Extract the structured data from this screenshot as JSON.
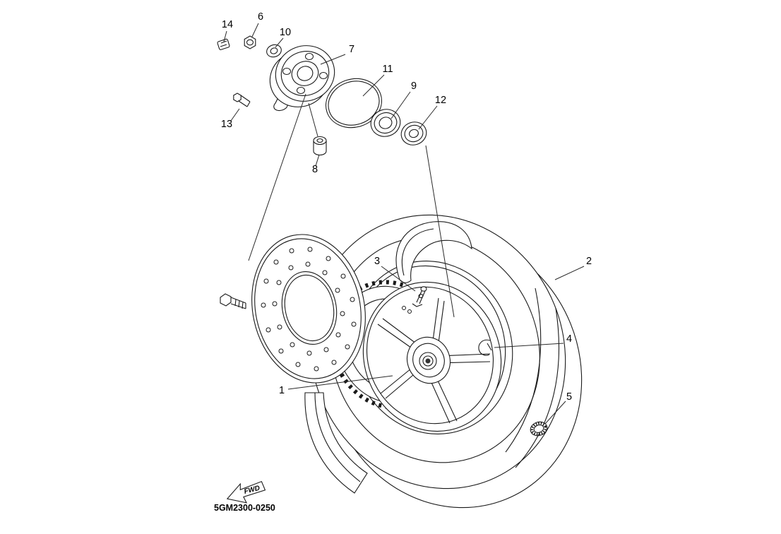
{
  "diagram": {
    "code": "5GM2300-0250",
    "fwd": "FWD",
    "part_labels": [
      "1",
      "2",
      "3",
      "4",
      "5",
      "6",
      "7",
      "8",
      "9",
      "10",
      "11",
      "12",
      "13",
      "14"
    ]
  }
}
